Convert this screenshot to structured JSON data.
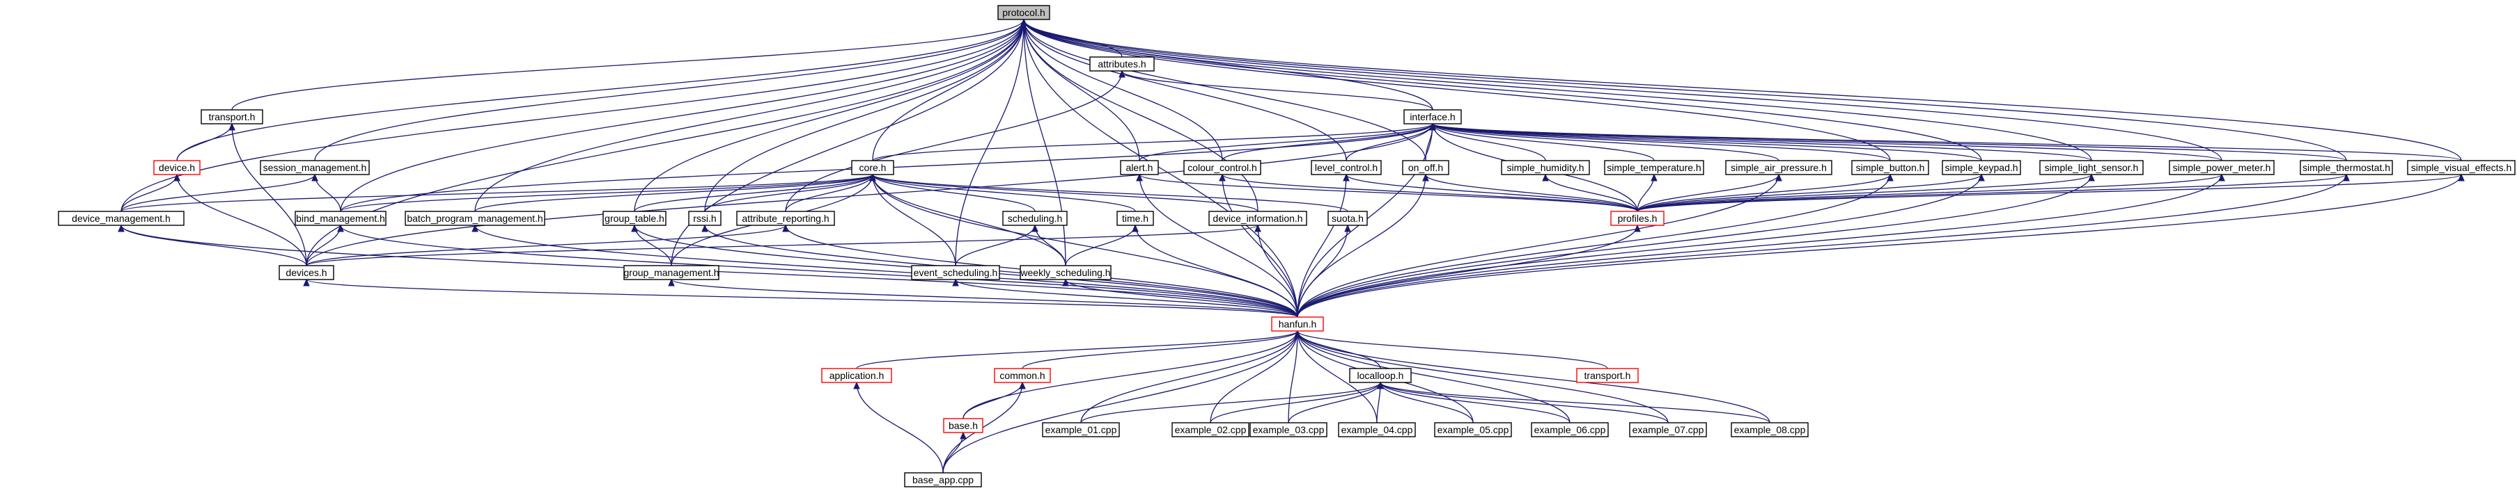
{
  "graph": {
    "colors": {
      "edge": "#191970",
      "node_border": "#000000",
      "node_border_truncated": "#ff0000",
      "node_fill": "#ffffff",
      "focus_fill": "#bfbfbf"
    },
    "nodes": [
      {
        "id": "protocol_h",
        "label": "protocol.h",
        "focus": true
      },
      {
        "id": "attributes_h",
        "label": "attributes.h"
      },
      {
        "id": "transport_h",
        "label": "transport.h"
      },
      {
        "id": "interface_h",
        "label": "interface.h"
      },
      {
        "id": "device_h",
        "label": "device.h",
        "truncated": true
      },
      {
        "id": "session_management_h",
        "label": "session_management.h"
      },
      {
        "id": "core_h",
        "label": "core.h"
      },
      {
        "id": "alert_h",
        "label": "alert.h"
      },
      {
        "id": "colour_control_h",
        "label": "colour_control.h"
      },
      {
        "id": "level_control_h",
        "label": "level_control.h"
      },
      {
        "id": "on_off_h",
        "label": "on_off.h"
      },
      {
        "id": "simple_humidity_h",
        "label": "simple_humidity.h"
      },
      {
        "id": "simple_temperature_h",
        "label": "simple_temperature.h"
      },
      {
        "id": "simple_air_pressure_h",
        "label": "simple_air_pressure.h"
      },
      {
        "id": "simple_button_h",
        "label": "simple_button.h"
      },
      {
        "id": "simple_keypad_h",
        "label": "simple_keypad.h"
      },
      {
        "id": "simple_light_sensor_h",
        "label": "simple_light_sensor.h"
      },
      {
        "id": "simple_power_meter_h",
        "label": "simple_power_meter.h"
      },
      {
        "id": "simple_thermostat_h",
        "label": "simple_thermostat.h"
      },
      {
        "id": "simple_visual_effects_h",
        "label": "simple_visual_effects.h"
      },
      {
        "id": "device_management_h",
        "label": "device_management.h"
      },
      {
        "id": "bind_management_h",
        "label": "bind_management.h"
      },
      {
        "id": "batch_program_management_h",
        "label": "batch_program_management.h"
      },
      {
        "id": "group_table_h",
        "label": "group_table.h"
      },
      {
        "id": "rssi_h",
        "label": "rssi.h"
      },
      {
        "id": "attribute_reporting_h",
        "label": "attribute_reporting.h"
      },
      {
        "id": "scheduling_h",
        "label": "scheduling.h"
      },
      {
        "id": "time_h",
        "label": "time.h"
      },
      {
        "id": "device_information_h",
        "label": "device_information.h"
      },
      {
        "id": "suota_h",
        "label": "suota.h"
      },
      {
        "id": "profiles_h",
        "label": "profiles.h",
        "truncated": true
      },
      {
        "id": "devices_h",
        "label": "devices.h"
      },
      {
        "id": "group_management_h",
        "label": "group_management.h"
      },
      {
        "id": "event_scheduling_h",
        "label": "event_scheduling.h"
      },
      {
        "id": "weekly_scheduling_h",
        "label": "weekly_scheduling.h"
      },
      {
        "id": "hanfun_h",
        "label": "hanfun.h",
        "truncated": true
      },
      {
        "id": "application_h",
        "label": "application.h",
        "truncated": true
      },
      {
        "id": "common_h",
        "label": "common.h",
        "truncated": true
      },
      {
        "id": "localloop_h",
        "label": "localloop.h"
      },
      {
        "id": "transport_h_2",
        "label": "transport.h",
        "truncated": true
      },
      {
        "id": "base_h",
        "label": "base.h",
        "truncated": true
      },
      {
        "id": "example_01_cpp",
        "label": "example_01.cpp"
      },
      {
        "id": "example_02_cpp",
        "label": "example_02.cpp"
      },
      {
        "id": "example_03_cpp",
        "label": "example_03.cpp"
      },
      {
        "id": "example_04_cpp",
        "label": "example_04.cpp"
      },
      {
        "id": "example_05_cpp",
        "label": "example_05.cpp"
      },
      {
        "id": "example_06_cpp",
        "label": "example_06.cpp"
      },
      {
        "id": "example_07_cpp",
        "label": "example_07.cpp"
      },
      {
        "id": "example_08_cpp",
        "label": "example_08.cpp"
      },
      {
        "id": "base_app_cpp",
        "label": "base_app.cpp"
      }
    ],
    "edges": [
      [
        "attributes_h",
        "protocol_h"
      ],
      [
        "transport_h",
        "protocol_h"
      ],
      [
        "interface_h",
        "protocol_h"
      ],
      [
        "device_h",
        "protocol_h"
      ],
      [
        "session_management_h",
        "protocol_h"
      ],
      [
        "core_h",
        "protocol_h"
      ],
      [
        "alert_h",
        "protocol_h"
      ],
      [
        "colour_control_h",
        "protocol_h"
      ],
      [
        "level_control_h",
        "protocol_h"
      ],
      [
        "on_off_h",
        "protocol_h"
      ],
      [
        "simple_button_h",
        "protocol_h"
      ],
      [
        "simple_keypad_h",
        "protocol_h"
      ],
      [
        "simple_light_sensor_h",
        "protocol_h"
      ],
      [
        "simple_power_meter_h",
        "protocol_h"
      ],
      [
        "simple_thermostat_h",
        "protocol_h"
      ],
      [
        "simple_visual_effects_h",
        "protocol_h"
      ],
      [
        "device_management_h",
        "protocol_h"
      ],
      [
        "bind_management_h",
        "protocol_h"
      ],
      [
        "batch_program_management_h",
        "protocol_h"
      ],
      [
        "group_table_h",
        "protocol_h"
      ],
      [
        "rssi_h",
        "protocol_h"
      ],
      [
        "device_information_h",
        "protocol_h"
      ],
      [
        "devices_h",
        "protocol_h"
      ],
      [
        "group_management_h",
        "protocol_h"
      ],
      [
        "event_scheduling_h",
        "protocol_h"
      ],
      [
        "weekly_scheduling_h",
        "protocol_h"
      ],
      [
        "hanfun_h",
        "protocol_h"
      ],
      [
        "interface_h",
        "attributes_h"
      ],
      [
        "attribute_reporting_h",
        "attributes_h"
      ],
      [
        "device_h",
        "transport_h"
      ],
      [
        "devices_h",
        "transport_h"
      ],
      [
        "device_management_h",
        "device_h"
      ],
      [
        "devices_h",
        "device_h"
      ],
      [
        "bind_management_h",
        "session_management_h"
      ],
      [
        "device_management_h",
        "session_management_h"
      ],
      [
        "core_h",
        "interface_h"
      ],
      [
        "alert_h",
        "interface_h"
      ],
      [
        "colour_control_h",
        "interface_h"
      ],
      [
        "level_control_h",
        "interface_h"
      ],
      [
        "on_off_h",
        "interface_h"
      ],
      [
        "simple_humidity_h",
        "interface_h"
      ],
      [
        "simple_temperature_h",
        "interface_h"
      ],
      [
        "simple_air_pressure_h",
        "interface_h"
      ],
      [
        "simple_button_h",
        "interface_h"
      ],
      [
        "simple_keypad_h",
        "interface_h"
      ],
      [
        "simple_light_sensor_h",
        "interface_h"
      ],
      [
        "simple_power_meter_h",
        "interface_h"
      ],
      [
        "simple_thermostat_h",
        "interface_h"
      ],
      [
        "simple_visual_effects_h",
        "interface_h"
      ],
      [
        "profiles_h",
        "interface_h"
      ],
      [
        "bind_management_h",
        "interface_h"
      ],
      [
        "devices_h",
        "interface_h"
      ],
      [
        "hanfun_h",
        "interface_h"
      ],
      [
        "device_management_h",
        "core_h"
      ],
      [
        "bind_management_h",
        "core_h"
      ],
      [
        "group_table_h",
        "core_h"
      ],
      [
        "rssi_h",
        "core_h"
      ],
      [
        "attribute_reporting_h",
        "core_h"
      ],
      [
        "scheduling_h",
        "core_h"
      ],
      [
        "time_h",
        "core_h"
      ],
      [
        "device_information_h",
        "core_h"
      ],
      [
        "suota_h",
        "core_h"
      ],
      [
        "group_management_h",
        "core_h"
      ],
      [
        "event_scheduling_h",
        "core_h"
      ],
      [
        "weekly_scheduling_h",
        "core_h"
      ],
      [
        "hanfun_h",
        "core_h"
      ],
      [
        "batch_program_management_h",
        "core_h"
      ],
      [
        "profiles_h",
        "alert_h"
      ],
      [
        "hanfun_h",
        "alert_h"
      ],
      [
        "profiles_h",
        "colour_control_h"
      ],
      [
        "hanfun_h",
        "colour_control_h"
      ],
      [
        "profiles_h",
        "level_control_h"
      ],
      [
        "hanfun_h",
        "level_control_h"
      ],
      [
        "profiles_h",
        "on_off_h"
      ],
      [
        "hanfun_h",
        "on_off_h"
      ],
      [
        "profiles_h",
        "simple_humidity_h"
      ],
      [
        "profiles_h",
        "simple_temperature_h"
      ],
      [
        "profiles_h",
        "simple_air_pressure_h"
      ],
      [
        "hanfun_h",
        "simple_air_pressure_h"
      ],
      [
        "profiles_h",
        "simple_button_h"
      ],
      [
        "hanfun_h",
        "simple_button_h"
      ],
      [
        "profiles_h",
        "simple_keypad_h"
      ],
      [
        "hanfun_h",
        "simple_keypad_h"
      ],
      [
        "profiles_h",
        "simple_light_sensor_h"
      ],
      [
        "hanfun_h",
        "simple_light_sensor_h"
      ],
      [
        "profiles_h",
        "simple_power_meter_h"
      ],
      [
        "hanfun_h",
        "simple_power_meter_h"
      ],
      [
        "profiles_h",
        "simple_thermostat_h"
      ],
      [
        "hanfun_h",
        "simple_thermostat_h"
      ],
      [
        "profiles_h",
        "simple_visual_effects_h"
      ],
      [
        "hanfun_h",
        "simple_visual_effects_h"
      ],
      [
        "devices_h",
        "device_management_h"
      ],
      [
        "hanfun_h",
        "device_management_h"
      ],
      [
        "devices_h",
        "bind_management_h"
      ],
      [
        "hanfun_h",
        "bind_management_h"
      ],
      [
        "hanfun_h",
        "batch_program_management_h"
      ],
      [
        "group_management_h",
        "group_table_h"
      ],
      [
        "hanfun_h",
        "group_table_h"
      ],
      [
        "hanfun_h",
        "rssi_h"
      ],
      [
        "devices_h",
        "attribute_reporting_h"
      ],
      [
        "hanfun_h",
        "attribute_reporting_h"
      ],
      [
        "event_scheduling_h",
        "scheduling_h"
      ],
      [
        "weekly_scheduling_h",
        "scheduling_h"
      ],
      [
        "weekly_scheduling_h",
        "time_h"
      ],
      [
        "hanfun_h",
        "time_h"
      ],
      [
        "devices_h",
        "device_information_h"
      ],
      [
        "hanfun_h",
        "device_information_h"
      ],
      [
        "hanfun_h",
        "suota_h"
      ],
      [
        "hanfun_h",
        "profiles_h"
      ],
      [
        "hanfun_h",
        "devices_h"
      ],
      [
        "hanfun_h",
        "group_management_h"
      ],
      [
        "hanfun_h",
        "event_scheduling_h"
      ],
      [
        "hanfun_h",
        "weekly_scheduling_h"
      ],
      [
        "application_h",
        "hanfun_h"
      ],
      [
        "common_h",
        "hanfun_h"
      ],
      [
        "localloop_h",
        "hanfun_h"
      ],
      [
        "base_h",
        "hanfun_h"
      ],
      [
        "example_01_cpp",
        "hanfun_h"
      ],
      [
        "example_02_cpp",
        "hanfun_h"
      ],
      [
        "example_03_cpp",
        "hanfun_h"
      ],
      [
        "example_04_cpp",
        "hanfun_h"
      ],
      [
        "example_05_cpp",
        "hanfun_h"
      ],
      [
        "example_06_cpp",
        "hanfun_h"
      ],
      [
        "example_07_cpp",
        "hanfun_h"
      ],
      [
        "example_08_cpp",
        "hanfun_h"
      ],
      [
        "transport_h_2",
        "hanfun_h"
      ],
      [
        "base_app_cpp",
        "hanfun_h"
      ],
      [
        "example_01_cpp",
        "localloop_h"
      ],
      [
        "example_02_cpp",
        "localloop_h"
      ],
      [
        "example_03_cpp",
        "localloop_h"
      ],
      [
        "example_04_cpp",
        "localloop_h"
      ],
      [
        "example_05_cpp",
        "localloop_h"
      ],
      [
        "example_06_cpp",
        "localloop_h"
      ],
      [
        "example_07_cpp",
        "localloop_h"
      ],
      [
        "example_08_cpp",
        "localloop_h"
      ],
      [
        "base_h",
        "common_h"
      ],
      [
        "base_app_cpp",
        "common_h"
      ],
      [
        "base_app_cpp",
        "application_h"
      ],
      [
        "base_app_cpp",
        "base_h"
      ]
    ]
  }
}
